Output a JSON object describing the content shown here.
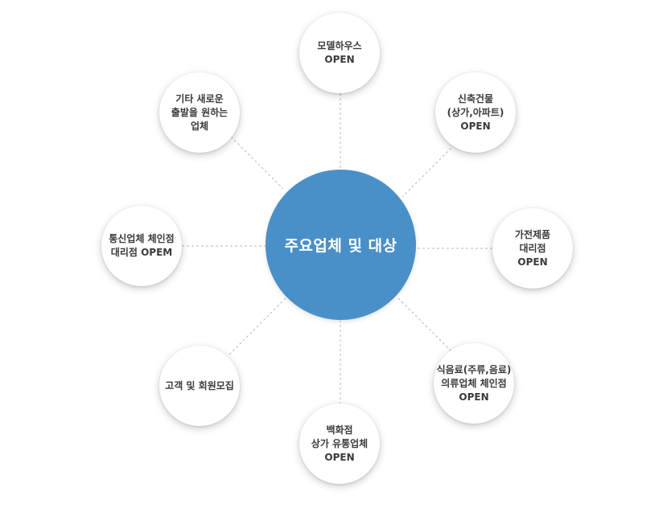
{
  "center": {
    "label": "주요업체 및 대상"
  },
  "nodes": {
    "top": {
      "lines": [
        "모델하우스",
        "OPEN"
      ]
    },
    "top_right": {
      "lines": [
        "신축건물",
        "(상가,아파트)",
        "OPEN"
      ]
    },
    "right": {
      "lines": [
        "가전제품",
        "대리점",
        "OPEN"
      ]
    },
    "bottom_right": {
      "lines": [
        "식음료(주류,음료)",
        "의류업체 체인점",
        "OPEN"
      ]
    },
    "bottom": {
      "lines": [
        "백화점",
        "상가 유통업체",
        "OPEN"
      ]
    },
    "bottom_left": {
      "lines": [
        "고객 및 회원모집"
      ]
    },
    "left": {
      "lines": [
        "통신업체 체인점",
        "대리점 OPEM"
      ]
    },
    "top_left": {
      "lines": [
        "기타 새로운",
        "출발을 원하는",
        "업체"
      ]
    }
  },
  "colors": {
    "center_fill": "#4a90c8",
    "node_fill": "#ffffff",
    "connector": "#b8b8b8",
    "text": "#3a3a3a"
  }
}
